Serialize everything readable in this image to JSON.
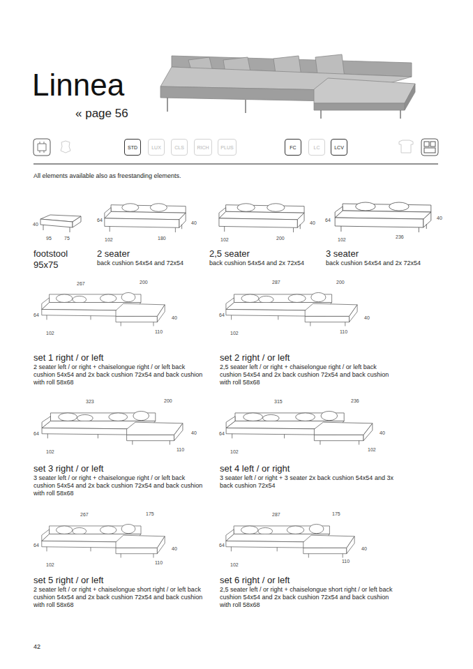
{
  "diagram": {
    "title": "Linnea",
    "nodes": [
      {
        "text": [
          "STD"
        ]
      },
      {
        "text": [
          "LUX"
        ]
      },
      {
        "text": [
          "CLS"
        ]
      },
      {
        "text": [
          "RICH"
        ]
      },
      {
        "text": [
          "PLUS"
        ]
      },
      {
        "text": [
          "FC"
        ]
      },
      {
        "text": [
          "LC"
        ]
      },
      {
        "text": [
          "LCV"
        ]
      }
    ],
    "labels": [
      "« page 56",
      "All elements available also as freestanding elements.",
      "40",
      "95",
      "75",
      "footstool 95x75",
      "64",
      "40",
      "102",
      "180",
      "2 seater",
      "back cushion 54x54 and 72x54",
      "40",
      "102",
      "200",
      "2,5 seater",
      "back cushion 54x54 and 2x 72x54",
      "64",
      "40",
      "102",
      "236",
      "3 seater",
      "back cushion 54x54 and 2x 72x54",
      "267",
      "200",
      "64",
      "40",
      "102",
      "110",
      "set 1 right / or left",
      "2 seater left / or right + chaiselongue right / or left back cushion 54x54 and 2x back cushion 72x54 and back cushion with roll 58x68",
      "287",
      "200",
      "64",
      "40",
      "102",
      "110",
      "set 2 right / or left",
      "2,5 seater left / or right + chaiselongue right / or left back cushion 54x54 and 2x back cushion 72x54 and back cushion with roll 58x68",
      "323",
      "200",
      "64",
      "40",
      "102",
      "110",
      "set 3 right / or left",
      "3 seater left / or right + chaiselongue right / or left back cushion 54x54 and 2x back cushion 72x54 and back cushion with roll 58x68",
      "315",
      "236",
      "64",
      "40",
      "102",
      "102",
      "set 4 left / or right",
      "3 seater left / or right + 3 seater 2x back cushion 54x54 and 3x back cushion 72x54",
      "267",
      "175",
      "64",
      "40",
      "102",
      "110",
      "set 5 right / or left",
      "2 seater left / or right + chaiselongue short right / or left back cushion 54x54 and 2x back cushion 72x54 and back cushion with roll 58x68",
      "287",
      "175",
      "64",
      "40",
      "102",
      "110",
      "set 6 right / or left",
      "2,5 seater left / or right + chaiselongue short right / or left back cushion 54x54 and 2x back cushion 72x54 and back cushion with roll 58x68",
      "42"
    ]
  }
}
